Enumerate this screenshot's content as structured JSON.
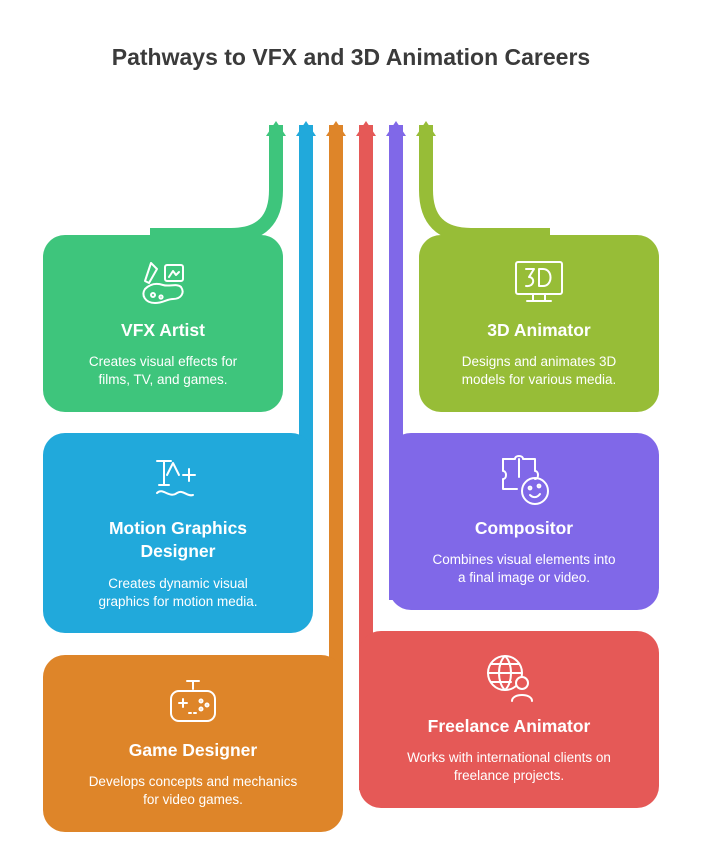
{
  "title": "Pathways to VFX and 3D Animation Careers",
  "colors": {
    "green": "#3ec57c",
    "blue": "#21a9db",
    "orange": "#de8529",
    "red": "#e55957",
    "purple": "#8068e8",
    "lime": "#97bd37"
  },
  "cards": {
    "vfx_artist": {
      "title": "VFX Artist",
      "desc_line1": "Creates visual effects for",
      "desc_line2": "films, TV, and games.",
      "icon": "artist-palette-icon"
    },
    "motion_graphics": {
      "title_line1": "Motion Graphics",
      "title_line2": "Designer",
      "desc_line1": "Creates dynamic visual",
      "desc_line2": "graphics for motion media.",
      "icon": "text-design-icon"
    },
    "game_designer": {
      "title": "Game Designer",
      "desc_line1": "Develops concepts and mechanics",
      "desc_line2": "for video games.",
      "icon": "gamepad-icon"
    },
    "animator_3d": {
      "title": "3D Animator",
      "desc_line1": "Designs and animates 3D",
      "desc_line2": "models for various media.",
      "icon": "3d-monitor-icon"
    },
    "compositor": {
      "title": "Compositor",
      "desc_line1": "Combines visual elements into",
      "desc_line2": "a final image or video.",
      "icon": "puzzle-face-icon"
    },
    "freelance_animator": {
      "title": "Freelance Animator",
      "desc_line1": "Works with international clients on",
      "desc_line2": "freelance projects.",
      "icon": "globe-person-icon"
    }
  }
}
